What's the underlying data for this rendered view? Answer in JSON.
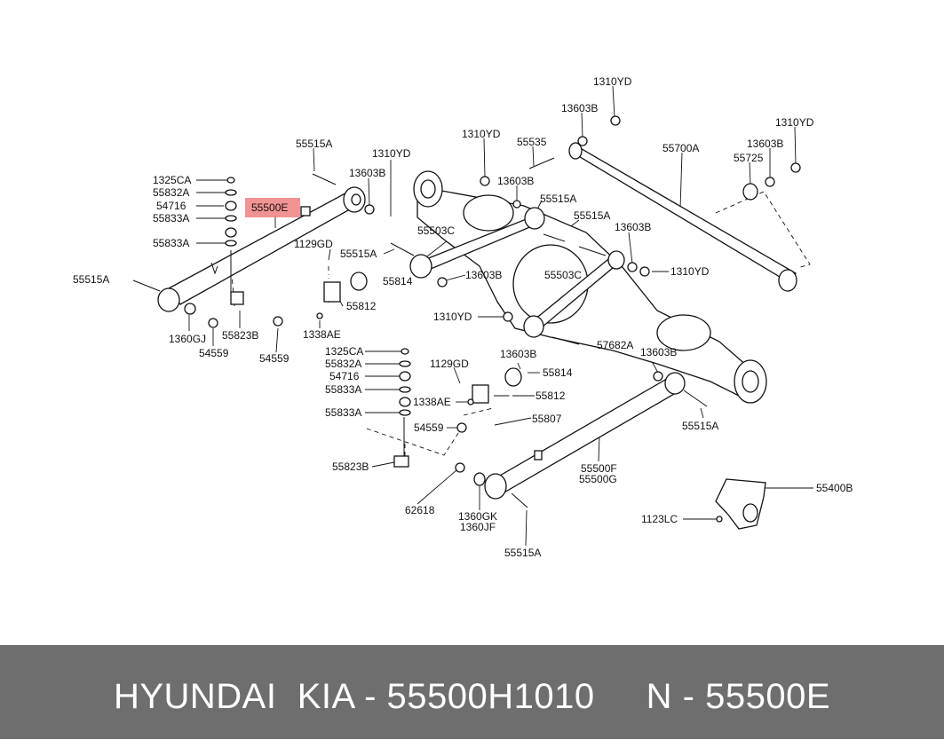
{
  "labels": [
    {
      "id": "l1310YD_a",
      "text": "1310YD"
    },
    {
      "id": "l13603B_a",
      "text": "13603B"
    },
    {
      "id": "l1310YD_b",
      "text": "1310YD"
    },
    {
      "id": "l55700A",
      "text": "55700A"
    },
    {
      "id": "l1310YD_c",
      "text": "1310YD"
    },
    {
      "id": "l55535",
      "text": "55535"
    },
    {
      "id": "l13603B_b",
      "text": "13603B"
    },
    {
      "id": "l55725",
      "text": "55725"
    },
    {
      "id": "l55515A_a",
      "text": "55515A"
    },
    {
      "id": "l1310YD_d",
      "text": "1310YD"
    },
    {
      "id": "l13603B_c",
      "text": "13603B"
    },
    {
      "id": "l13603B_d",
      "text": "13603B"
    },
    {
      "id": "l1325CA_a",
      "text": "1325CA"
    },
    {
      "id": "l55832A_a",
      "text": "55832A"
    },
    {
      "id": "l54716_a",
      "text": "54716"
    },
    {
      "id": "l55500E",
      "text": "55500E"
    },
    {
      "id": "l55833A_a",
      "text": "55833A"
    },
    {
      "id": "l55515A_b",
      "text": "55515A"
    },
    {
      "id": "l55515A_c",
      "text": "55515A"
    },
    {
      "id": "l55503C_a",
      "text": "55503C"
    },
    {
      "id": "l13603B_e",
      "text": "13603B"
    },
    {
      "id": "l1129GD_a",
      "text": "1129GD"
    },
    {
      "id": "l55833A_b",
      "text": "55833A"
    },
    {
      "id": "l55515A_d",
      "text": "55515A"
    },
    {
      "id": "l55503C_b",
      "text": "55503C"
    },
    {
      "id": "l1310YD_e",
      "text": "1310YD"
    },
    {
      "id": "l55515A_e",
      "text": "55515A"
    },
    {
      "id": "l13603B_f",
      "text": "13603B"
    },
    {
      "id": "l55814_a",
      "text": "55814"
    },
    {
      "id": "l55812_a",
      "text": "55812"
    },
    {
      "id": "l1360GJ",
      "text": "1360GJ"
    },
    {
      "id": "l55823B_a",
      "text": "55823B"
    },
    {
      "id": "l1338AE_a",
      "text": "1338AE"
    },
    {
      "id": "l1310YD_f",
      "text": "1310YD"
    },
    {
      "id": "l54559_a",
      "text": "54559"
    },
    {
      "id": "l54559_b",
      "text": "54559"
    },
    {
      "id": "l57682A",
      "text": "57682A"
    },
    {
      "id": "l1325CA_b",
      "text": "1325CA"
    },
    {
      "id": "l13603B_g",
      "text": "13603B"
    },
    {
      "id": "l13603B_h",
      "text": "13603B"
    },
    {
      "id": "l55832A_b",
      "text": "55832A"
    },
    {
      "id": "l1129GD_b",
      "text": "1129GD"
    },
    {
      "id": "l55814_b",
      "text": "55814"
    },
    {
      "id": "l54716_b",
      "text": "54716"
    },
    {
      "id": "l55833A_c",
      "text": "55833A"
    },
    {
      "id": "l1338AE_b",
      "text": "1338AE"
    },
    {
      "id": "l55812_b",
      "text": "55812"
    },
    {
      "id": "l55515A_f",
      "text": "55515A"
    },
    {
      "id": "l55833A_d",
      "text": "55833A"
    },
    {
      "id": "l55807",
      "text": "55807"
    },
    {
      "id": "l54559_c",
      "text": "54559"
    },
    {
      "id": "l55500F",
      "text": "55500F"
    },
    {
      "id": "l55500G",
      "text": "55500G"
    },
    {
      "id": "l55823B_b",
      "text": "55823B"
    },
    {
      "id": "l55400B",
      "text": "55400B"
    },
    {
      "id": "l62618",
      "text": "62618"
    },
    {
      "id": "l1360GK",
      "text": "1360GK"
    },
    {
      "id": "l1360JF",
      "text": "1360JF"
    },
    {
      "id": "l1123LC",
      "text": "1123LC"
    },
    {
      "id": "l55515A_g",
      "text": "55515A"
    }
  ],
  "highlight": {
    "label_id": "l55500E",
    "color": "#f08080"
  },
  "footer": {
    "text": "HYUNDAI  KIA - 55500H1010     N - 55500E"
  }
}
